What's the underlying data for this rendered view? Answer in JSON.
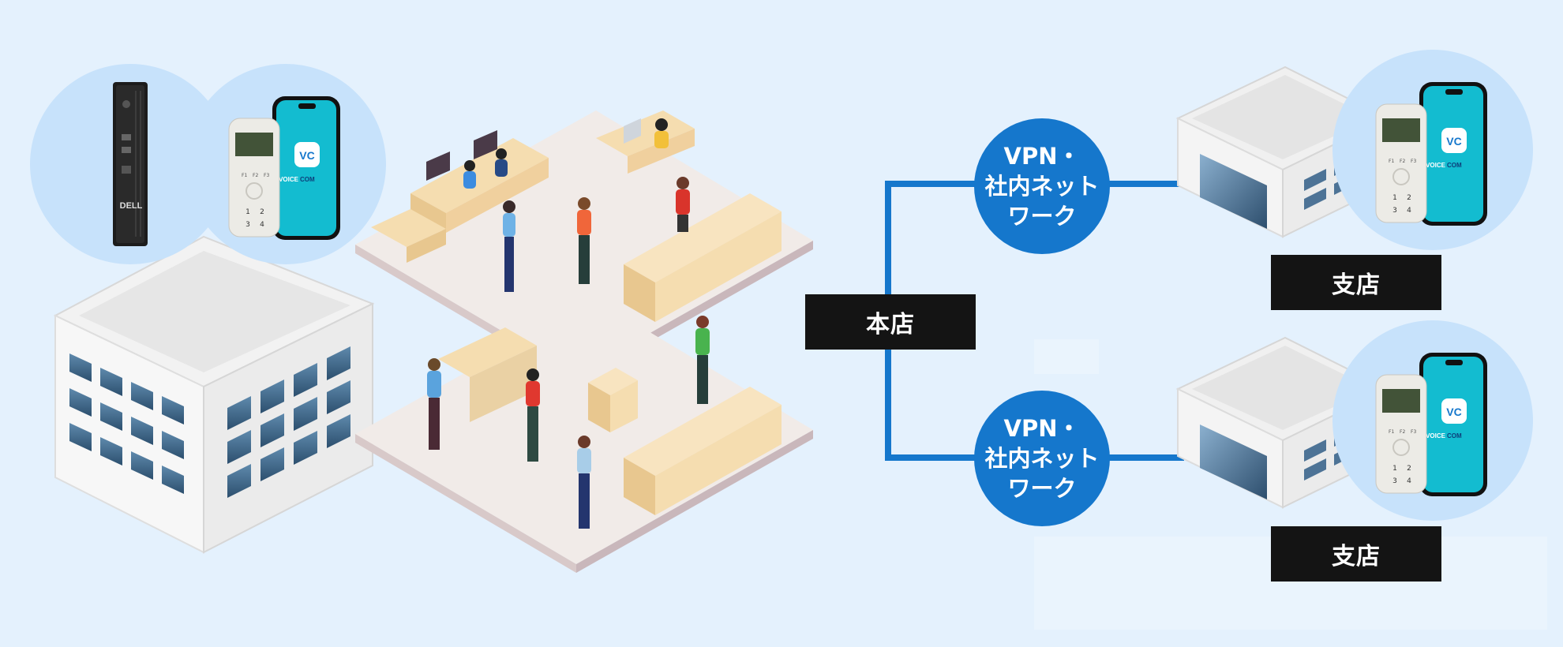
{
  "labels": {
    "main_office": "本店",
    "branch_top": "支店",
    "branch_bottom": "支店"
  },
  "vpn_top": {
    "line1": "VPN・",
    "line2": "社内ネット",
    "line3": "ワーク"
  },
  "vpn_bottom": {
    "line1": "VPN・",
    "line2": "社内ネット",
    "line3": "ワーク"
  },
  "devices": {
    "pc_brand": "DELL",
    "app_name_a": "VOICE",
    "app_name_b": "COM",
    "app_badge": "VC",
    "keypad": [
      "1",
      "2",
      "3",
      "4"
    ],
    "fkeys": [
      "F1",
      "F2",
      "F3"
    ]
  },
  "colors": {
    "background": "#e4f1fd",
    "network_line": "#1577cc",
    "label_bg": "#141414",
    "phone_screen": "#13bcd0",
    "bubble": "#c7e2fb"
  }
}
